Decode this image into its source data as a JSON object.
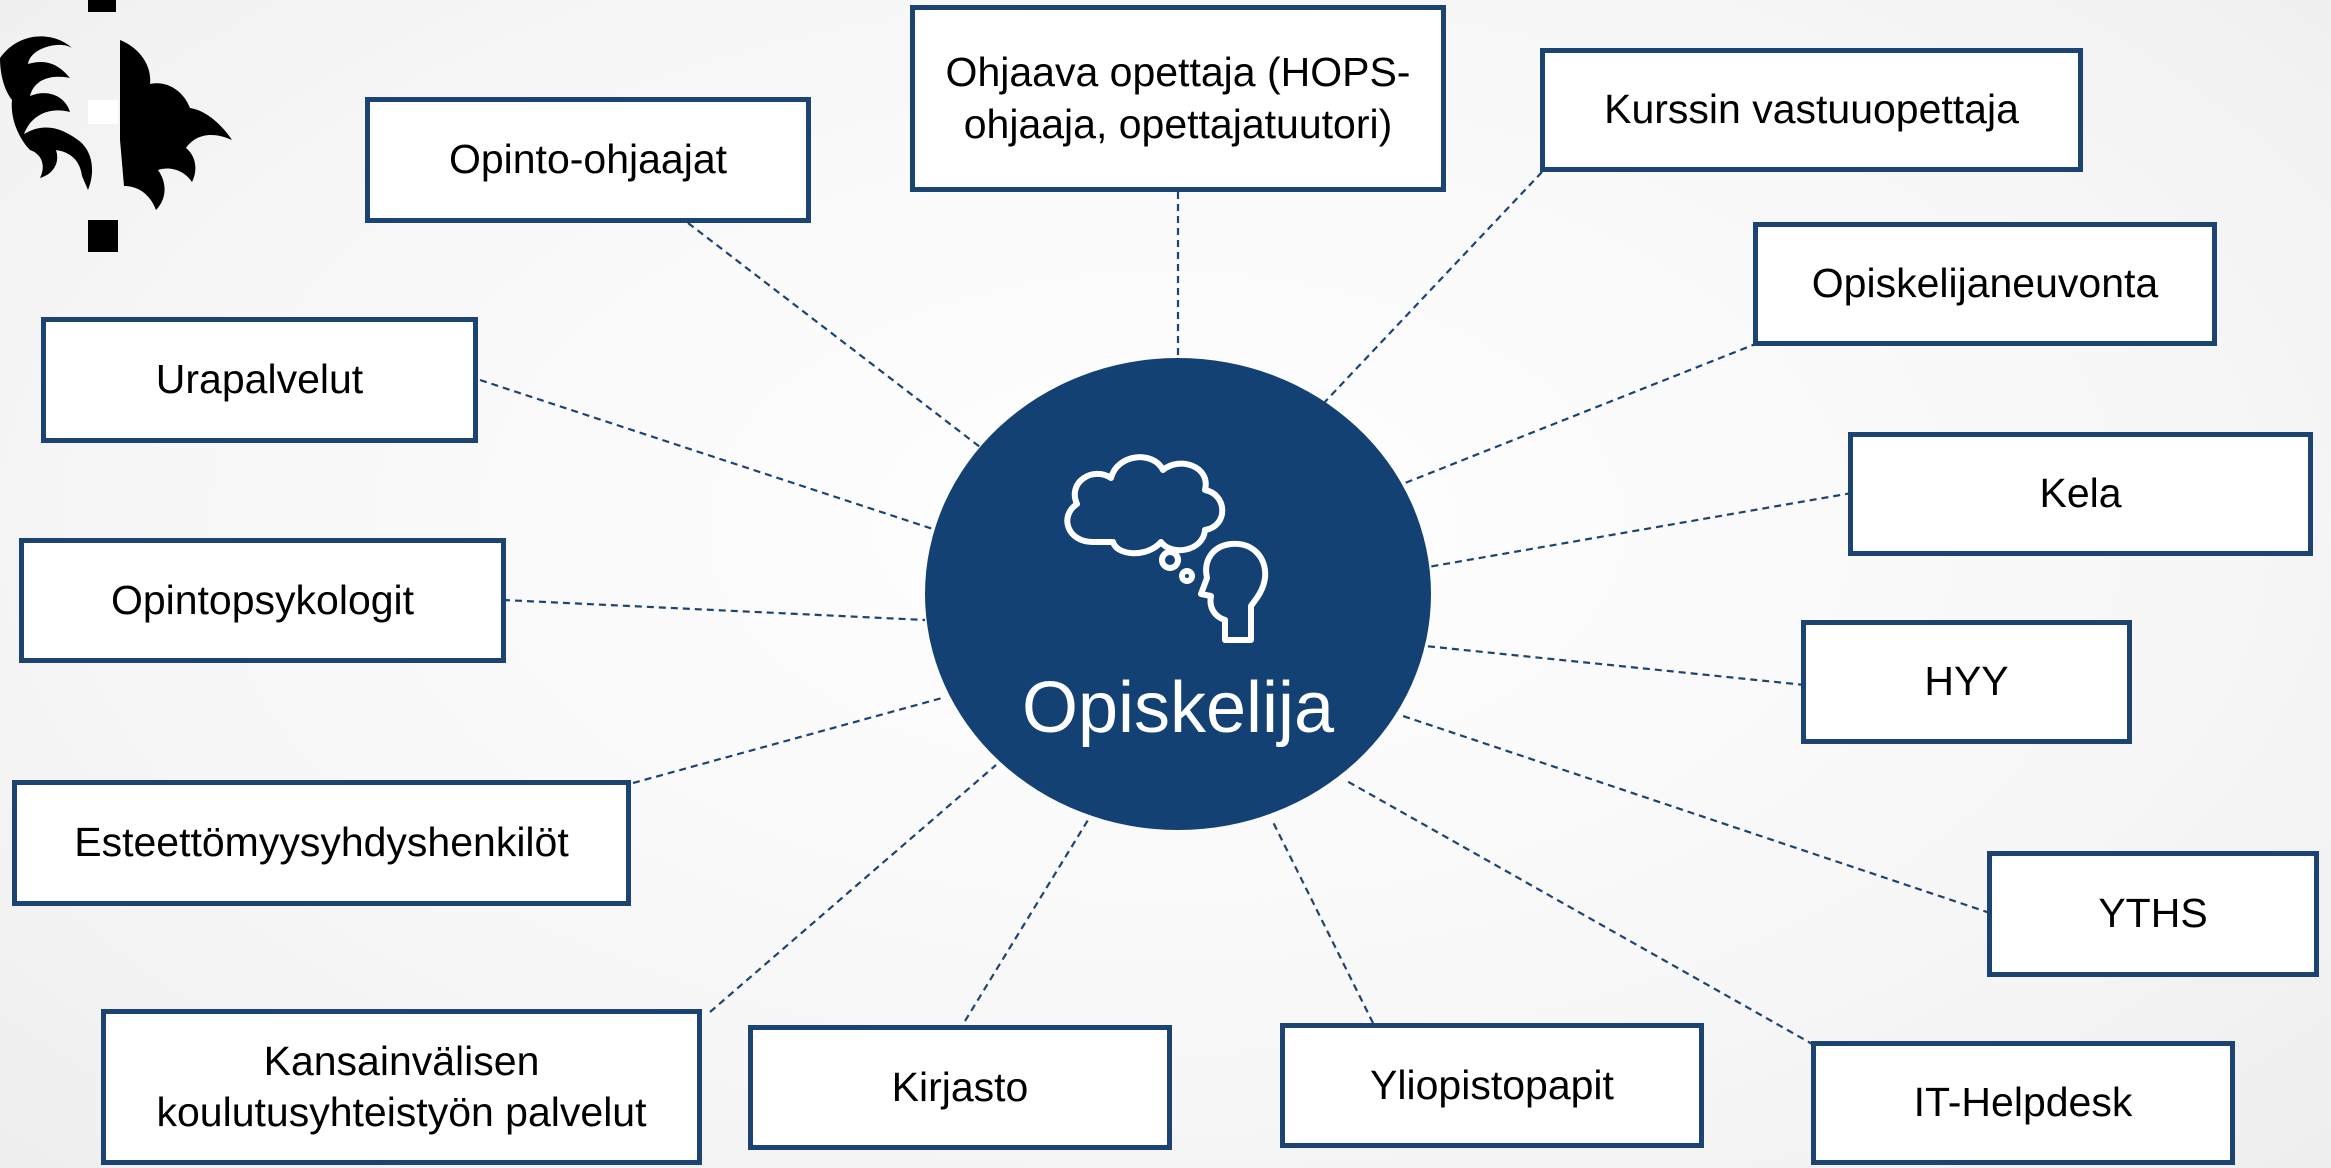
{
  "center": {
    "label": "Opiskelija",
    "icon": "thinking-head-icon"
  },
  "nodes": [
    {
      "id": "opinto-ohjaajat",
      "label": "Opinto-ohjaajat"
    },
    {
      "id": "ohjaava-opettaja",
      "label": "Ohjaava opettaja (HOPS-ohjaaja, opettajatuutori)",
      "line1": "Ohjaava opettaja (HOPS-",
      "line2": "ohjaaja, opettajatuutori)"
    },
    {
      "id": "kurssin-vastuuopettaja",
      "label": "Kurssin vastuuopettaja"
    },
    {
      "id": "opiskelijaneuvonta",
      "label": "Opiskelijaneuvonta"
    },
    {
      "id": "kela",
      "label": "Kela"
    },
    {
      "id": "hyy",
      "label": "HYY"
    },
    {
      "id": "yths",
      "label": "YTHS"
    },
    {
      "id": "it-helpdesk",
      "label": "IT-Helpdesk"
    },
    {
      "id": "yliopistopapit",
      "label": "Yliopistopapit"
    },
    {
      "id": "kirjasto",
      "label": "Kirjasto"
    },
    {
      "id": "kansainvalisen",
      "label": "Kansainvälisen koulutusyhteistyön palvelut",
      "line1": "Kansainvälisen",
      "line2": "koulutusyhteistyön palvelut"
    },
    {
      "id": "esteettomyys",
      "label": "Esteettömyysyhdyshenkilöt"
    },
    {
      "id": "opintopsykologit",
      "label": "Opintopsykologit"
    },
    {
      "id": "urapalvelut",
      "label": "Urapalvelut"
    }
  ],
  "colors": {
    "accent": "#134173",
    "border": "#1b4472",
    "line": "#1b4472",
    "background": "#f7f7f7"
  },
  "logo": {
    "icon": "university-flame-logo-icon"
  }
}
